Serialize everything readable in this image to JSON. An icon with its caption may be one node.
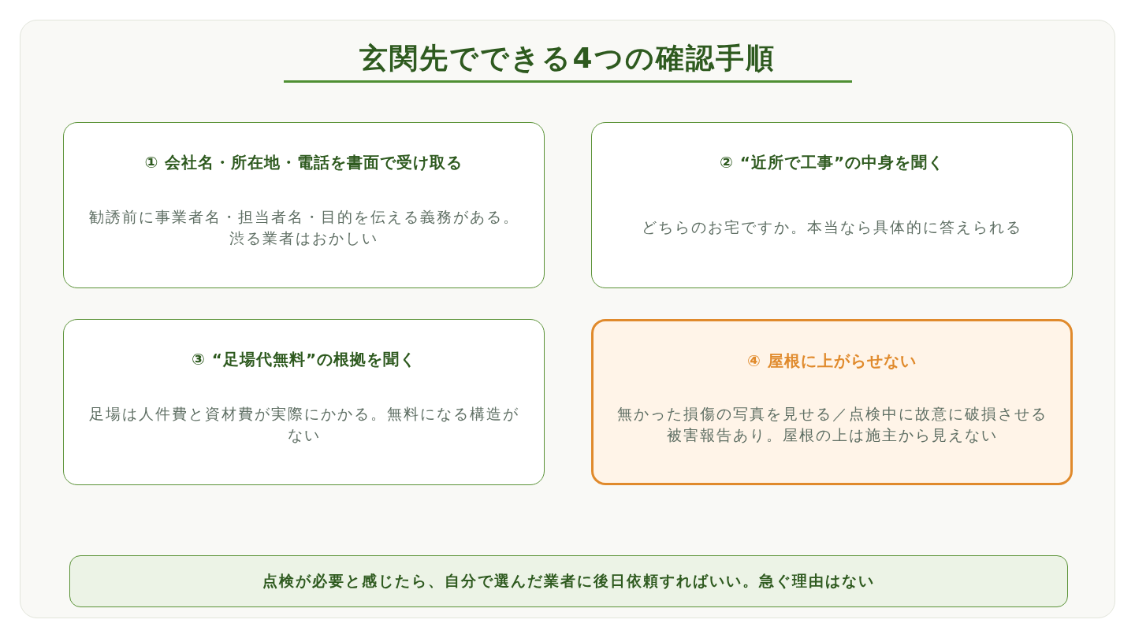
{
  "diagram": {
    "title": "玄関先でできる4つの確認手順",
    "nodes": [
      {
        "text": [
          "① 会社名・所在地・電話を書面で受け取る",
          "勧誘前に事業者名・担当者名・目的を伝える義務がある。渋る業者はおかしい"
        ]
      },
      {
        "text": [
          "② “近所で工事”の中身を聞く",
          "どちらのお宅ですか。本当なら具体的に答えられる"
        ]
      },
      {
        "text": [
          "③ “足場代無料”の根拠を聞く",
          "足場は人件費と資材費が実際にかかる。無料になる構造がない"
        ]
      },
      {
        "text": [
          "④ 屋根に上がらせない",
          "無かった損傷の写真を見せる／点検中に故意に破損させる被害報告あり。屋根の上は施主から見えない"
        ]
      },
      {
        "text": [
          "点検が必要と感じたら、自分で選んだ業者に後日依頼すればいい。急ぐ理由はない"
        ]
      }
    ]
  }
}
